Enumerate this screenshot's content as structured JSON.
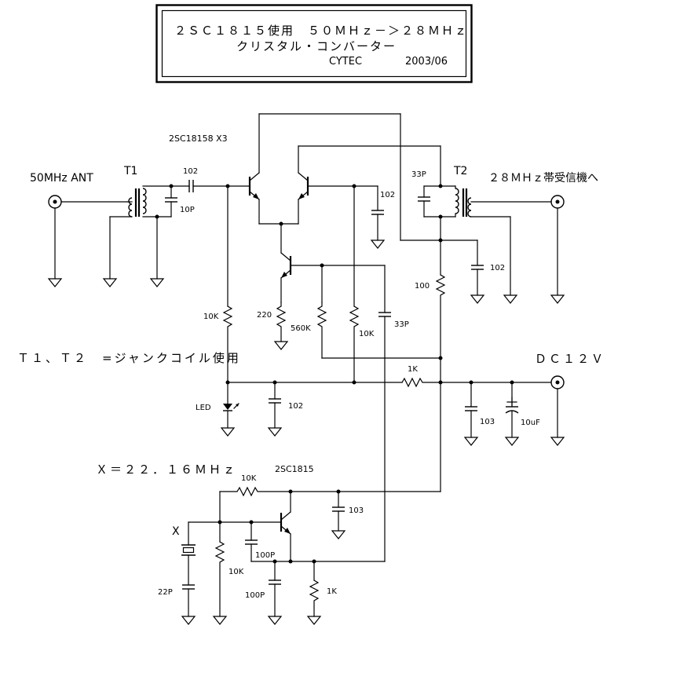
{
  "title_block": {
    "line1": "２ＳＣ１８１５使用　５０ＭＨｚ－＞２８ＭＨｚ",
    "line2": "クリスタル・コンバーター",
    "author": "CYTEC",
    "date": "2003/06"
  },
  "labels": {
    "transistor_group": "2SC18158 X3",
    "ant_in": "50MHz ANT",
    "out_to_rx": "２８ＭＨｚ帯受信機へ",
    "t1": "T1",
    "t2": "T2",
    "coil_note": "Ｔ１、Ｔ２　=ジャンクコイル使用",
    "dc_in": "ＤＣ１２Ｖ",
    "crystal_note": "Ｘ＝２２．１６ＭＨｚ",
    "osc_transistor": "2SC1815",
    "crystal": "X",
    "led": "LED"
  },
  "components": {
    "c_102_input": "102",
    "c_10p": "10P",
    "c_102_mixer": "102",
    "c_33p_t2": "33P",
    "c_102_t2": "102",
    "r_100": "100",
    "r_10k_left": "10K",
    "r_220": "220",
    "r_560k": "560K",
    "r_10k_mid": "10K",
    "c_33p_mid": "33P",
    "r_1k_supply": "1K",
    "c_102_led": "102",
    "c_103_supply": "103",
    "c_10uf": "10uF",
    "r_10k_osc": "10K",
    "c_103_osc": "103",
    "c_100p_upper": "100P",
    "c_100p_lower": "100P",
    "r_10k_osc_bias": "10K",
    "c_22p": "22P",
    "r_1k_osc": "1K"
  }
}
